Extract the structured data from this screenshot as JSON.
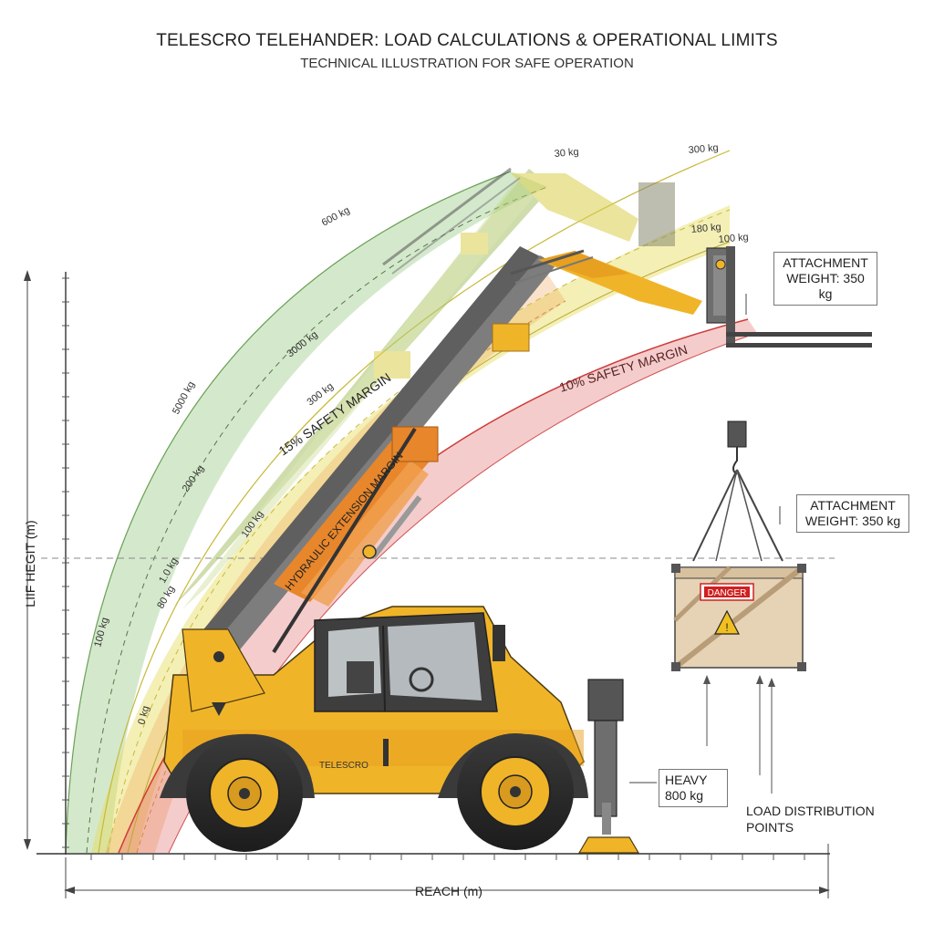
{
  "header": {
    "title": "TELESCRO TELEHANDER: LOAD CALCULATIONS & OPERATIONAL LIMITS",
    "subtitle": "TECHNICAL ILLUSTRATION FOR SAFE OPERATION"
  },
  "axes": {
    "y_label": "LIIF HEGIT (m)",
    "x_label": "REACH (m)"
  },
  "load_curve_labels": {
    "green_outer": "600 kg",
    "green_mid": "5000 kg",
    "green_low": "100 kg",
    "yellow_top": "300 kg",
    "yellow_mid": "300 kg",
    "yellow_inner": "200 kg",
    "yellow_low": "100 kg",
    "yellow_small": "1.0 kg",
    "yellow_tiny": "80 kg",
    "mid_mark": "3000 kg",
    "top_left": "30 kg",
    "right_small": "180 kg",
    "fork_small": "100 kg",
    "red_low": "0 kg"
  },
  "band_labels": {
    "safety_15": "15% SAFETY MARGIN",
    "safety_10": "10% SAFETY MARGIN",
    "hydraulic": "HYDRAULIC EXTENSION MARGIN"
  },
  "machine": {
    "brand": "TELESCRO"
  },
  "callouts": {
    "attachment_top": [
      "ATTACHMENT",
      "WEIGHT: 350 kg"
    ],
    "attachment_crate": [
      "ATTACHMENT",
      "WEIGHT: 350 kg"
    ],
    "heavy": [
      "HEAVY",
      "800 kg"
    ],
    "load_distribution": [
      "LOAD DISTRIBUTION",
      "POINTS"
    ],
    "danger_sign": "DANGER"
  },
  "colors": {
    "machine_yellow": "#f0b429",
    "machine_orange": "#e8862b",
    "safe_green": "#8fc47a",
    "caution_yellow": "#e6dc5a",
    "danger_red": "#e06060",
    "boom_grey": "#6e6e6e",
    "crate_wood": "#e6d2b4"
  }
}
